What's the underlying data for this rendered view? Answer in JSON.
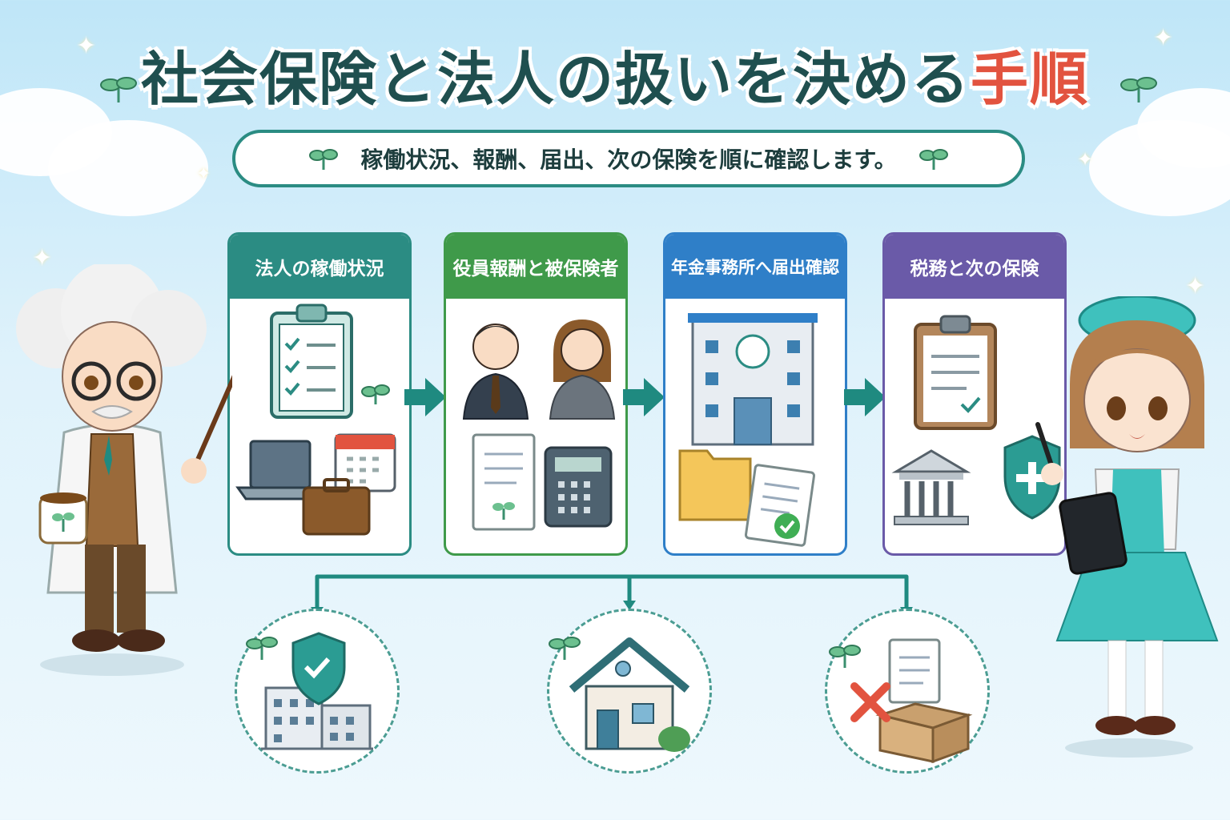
{
  "title": {
    "main": "社会保険と法人の扱いを決める",
    "accent": "手順"
  },
  "subtitle": "稼働状況、報酬、届出、次の保険を順に確認します。",
  "steps": [
    {
      "label": "法人の稼働状況",
      "color": "#2b8c83"
    },
    {
      "label": "役員報酬と被保険者",
      "color": "#3f9a4a"
    },
    {
      "label": "年金事務所へ届出確認",
      "color": "#2f7fc8"
    },
    {
      "label": "税務と次の保険",
      "color": "#6a5aa8"
    }
  ],
  "icons": {
    "step1": [
      "clipboard-checklist-icon",
      "laptop-icon",
      "briefcase-icon",
      "calendar-icon",
      "sprout-icon"
    ],
    "step2": [
      "businessman-icon",
      "businesswoman-icon",
      "document-icon",
      "calculator-icon"
    ],
    "step3": [
      "office-building-icon",
      "folder-icon",
      "document-check-icon"
    ],
    "step4": [
      "clipboard-check-icon",
      "government-building-icon",
      "shield-plus-icon"
    ],
    "outcomes": [
      "shield-building-icon",
      "house-icon",
      "document-cancel-box-icon"
    ]
  },
  "colors": {
    "accent": "#e2533f",
    "teal": "#2b8c83",
    "title": "#1f4f4f"
  }
}
